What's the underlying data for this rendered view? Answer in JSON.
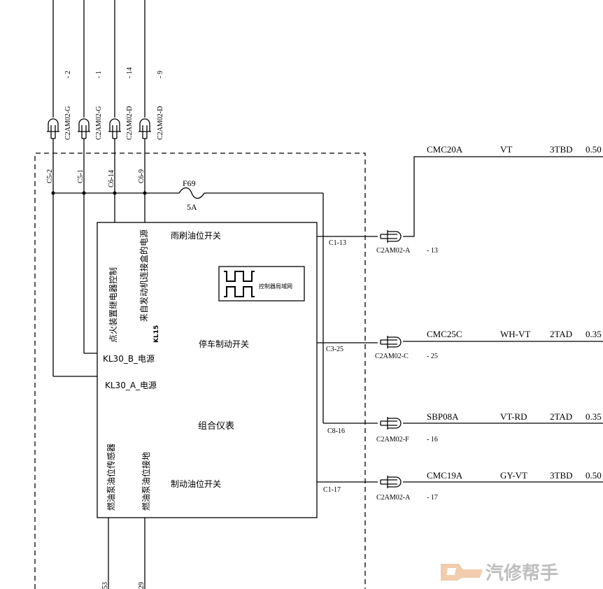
{
  "top_connectors": [
    {
      "code": "C2AM02-G",
      "pin": "- 2"
    },
    {
      "code": "C2AM02-G",
      "pin": "- 1"
    },
    {
      "code": "C2AM02-D",
      "pin": "- 14"
    },
    {
      "code": "C2AM02-D",
      "pin": "- 9"
    }
  ],
  "module_pins_top": [
    "C5-2",
    "C5-1",
    "C6-14",
    "C6-9"
  ],
  "fuse": {
    "name": "F69",
    "rating": "5A"
  },
  "module": {
    "name": "组合仪表",
    "logo_text": "控制器局域网",
    "labels": {
      "wiper_fluid": "雨刷油位开关",
      "park_brake": "停车制动开关",
      "brake_fluid": "制动油位开关",
      "ignition_relay": "点火装置继电器控制",
      "engine_box_power": "来自发动机连接盒的电源",
      "kl15": "KL15",
      "kl30b": "KL30_B_电源",
      "kl30a": "KL30_A_电源",
      "fuel_sensor": "燃油泵油位传感器",
      "fuel_ground": "燃油泵油位接地"
    }
  },
  "outputs": [
    {
      "pin": "C1-13",
      "connector": "C2AM02-A",
      "conn_pin": "- 13",
      "circuit": "CMC20A",
      "color": "VT",
      "type": "3TBD",
      "size": "0.50"
    },
    {
      "pin": "C3-25",
      "connector": "C2AM02-C",
      "conn_pin": "- 25",
      "circuit": "CMC25C",
      "color": "WH-VT",
      "type": "2TAD",
      "size": "0.35"
    },
    {
      "pin": "C8-16",
      "connector": "C2AM02-F",
      "conn_pin": "- 16",
      "circuit": "SBP08A",
      "color": "VT-RD",
      "type": "2TAD",
      "size": "0.35"
    },
    {
      "pin": "C1-17",
      "connector": "C2AM02-A",
      "conn_pin": "- 17",
      "circuit": "CMC19A",
      "color": "GY-VT",
      "type": "3TBD",
      "size": "0.50"
    }
  ],
  "bottom_pins": [
    "53",
    "29"
  ],
  "watermark": "汽修帮手"
}
